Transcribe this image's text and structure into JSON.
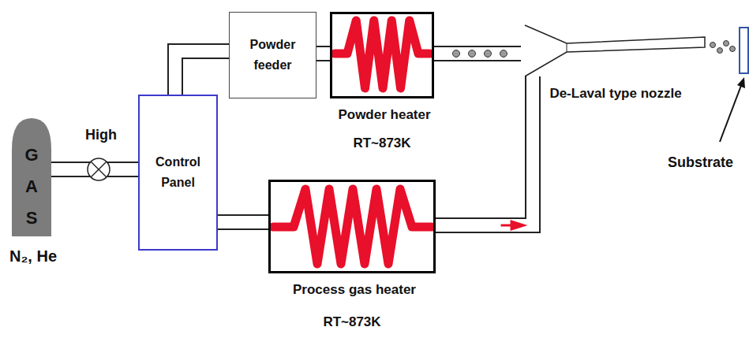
{
  "diagram": {
    "nodes": [
      {
        "text": [
          "G A S"
        ]
      },
      {
        "text": [
          "Control Panel"
        ]
      },
      {
        "text": [
          "Powder feeder"
        ]
      },
      {
        "text": [
          "Powder heater"
        ]
      },
      {
        "text": [
          "Process gas heater"
        ]
      },
      {
        "text": [
          "De-Laval type nozzle"
        ]
      }
    ],
    "edges": [
      {
        "from": 0,
        "to": 1,
        "arrow": "none"
      },
      {
        "from": 1,
        "to": 2,
        "arrow": "none"
      },
      {
        "from": 2,
        "to": 3,
        "arrow": "none"
      },
      {
        "from": 3,
        "to": 5,
        "arrow": "none"
      },
      {
        "from": 1,
        "to": 4,
        "arrow": "none"
      },
      {
        "from": 4,
        "to": 5,
        "arrow": "to"
      }
    ],
    "labels": [
      "High",
      "N₂, He",
      "RT~873K",
      "RT~873K",
      "Substrate"
    ]
  }
}
